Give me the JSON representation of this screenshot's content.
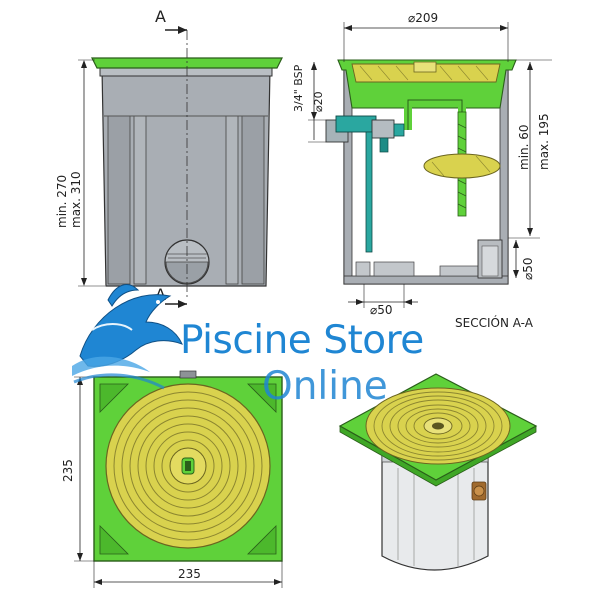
{
  "labels": {
    "section_letter_top": "A",
    "section_letter_bottom": "A",
    "section_title": "SECCIÓN A-A"
  },
  "dimensions": {
    "height_min": "min. 270",
    "height_max": "max. 310",
    "diameter_top": "⌀209",
    "bsp": "3/4\" BSP",
    "inlet_diameter": "⌀20",
    "depth_min": "min. 60",
    "depth_max": "max. 195",
    "outlet_side": "⌀50",
    "outlet_bottom": "⌀50",
    "plan_height": "235",
    "plan_width": "235"
  },
  "brand": {
    "line1": "Piscine Store",
    "line2": "Online"
  },
  "colors": {
    "lid_green": "#5fd13a",
    "body_grey": "#a9aeb4",
    "grate_yellow": "#d9d24e",
    "brand_blue": "#1f86d3"
  }
}
